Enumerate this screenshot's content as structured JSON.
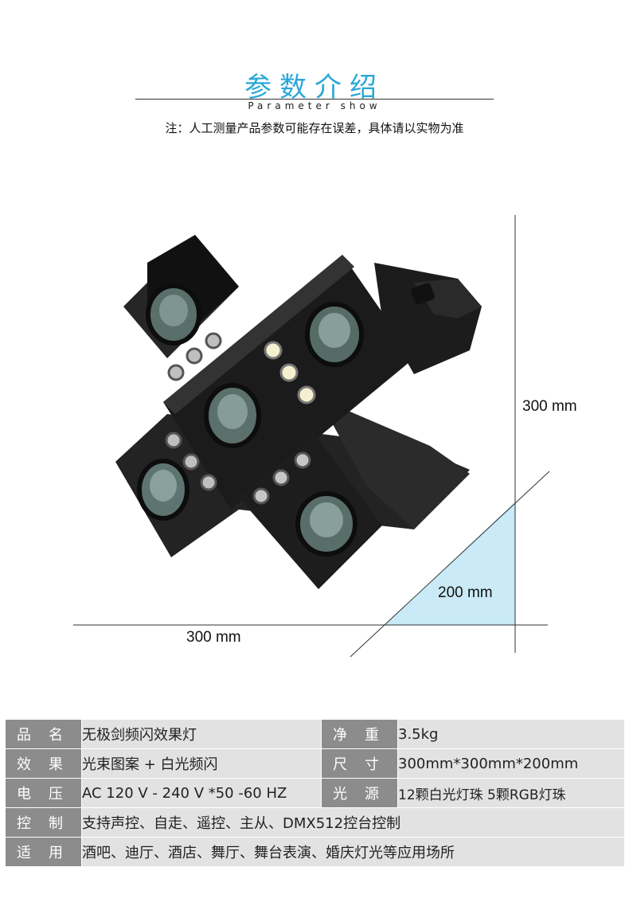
{
  "header": {
    "title": "参数介绍",
    "subtitle": "Parameter show",
    "note": "注：人工测量产品参数可能存在误差，具体请以实物为准"
  },
  "dimensions": {
    "height_label": "300 mm",
    "width_label": "300 mm",
    "depth_label": "200 mm",
    "depth_fill_color": "#c9eaf6"
  },
  "colors": {
    "title": "#2aa7d8",
    "key_bg": "#8c8c8c",
    "value_bg": "#e2e2e2"
  },
  "specs": {
    "row1": {
      "k1": "品名",
      "v1": "无极剑频闪效果灯",
      "k2": "净重",
      "v2": "3.5kg"
    },
    "row2": {
      "k1": "效果",
      "v1": "光束图案 + 白光频闪",
      "k2": "尺寸",
      "v2": "300mm*300mm*200mm"
    },
    "row3": {
      "k1": "电压",
      "v1": "AC 120 V - 240 V  *50 -60 HZ",
      "k2": "光源",
      "v2": "12颗白光灯珠   5颗RGB灯珠"
    },
    "row4": {
      "k1": "控制",
      "v1": "支持声控、自走、遥控、主从、DMX512控台控制"
    },
    "row5": {
      "k1": "适用",
      "v1": "酒吧、迪厅、酒店、舞厅、舞台表演、婚庆灯光等应用场所"
    }
  }
}
